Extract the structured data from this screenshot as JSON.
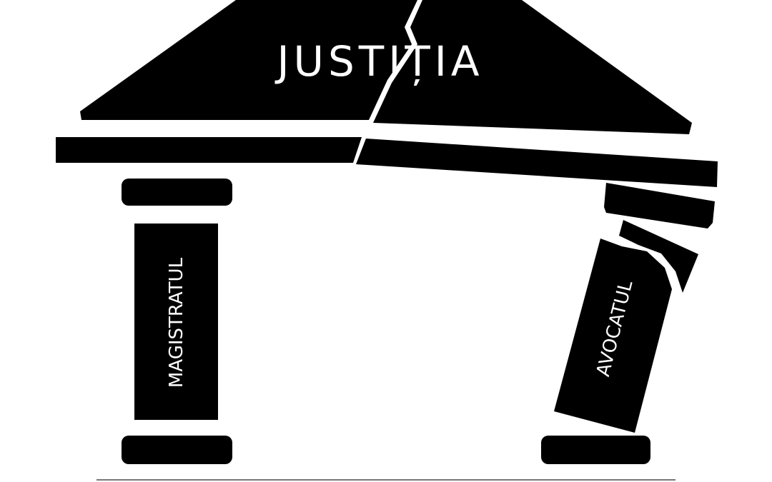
{
  "title": "JUSTIȚIA",
  "left_column_label": "MAGISTRATUL",
  "right_column_label": "AVOCATUL",
  "colors": {
    "ink": "#000000",
    "background": "#ffffff",
    "text": "#ffffff",
    "ground_line": "#777777"
  }
}
